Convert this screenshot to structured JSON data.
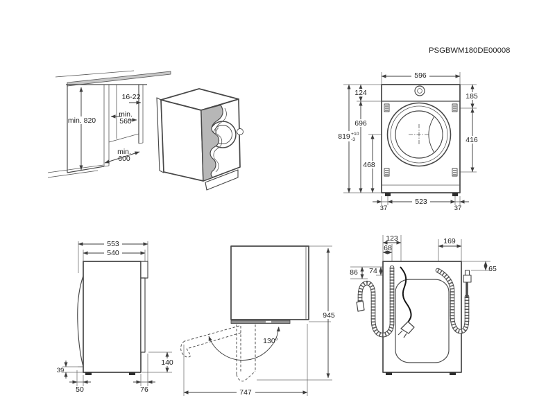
{
  "header": {
    "part_number": "PSGBWM180DE00008"
  },
  "views": {
    "niche": {
      "min_height": "min. 820",
      "panel_gap": "16-22",
      "min_depth_l1": "min.",
      "min_depth_l2": "560",
      "min_width_l1": "min.",
      "min_width_l2": "600"
    },
    "front": {
      "width": "596",
      "top_section": "124",
      "body_height": "696",
      "total_height": "819",
      "tol_plus": "+10",
      "tol_minus": "-3",
      "hinge_top": "185",
      "hinge_spacing": "416",
      "drum_center_height": "468",
      "feet_spacing": "523",
      "foot_inset_left": "37",
      "foot_inset_right": "37"
    },
    "side": {
      "depth_total": "553",
      "depth_body": "540",
      "plinth_height": "39",
      "front_inset": "50",
      "rear_recess_depth": "76",
      "rear_recess_height": "140"
    },
    "door": {
      "open_angle": "130°",
      "depth_door_open": "945",
      "clearance_width": "747"
    },
    "rear": {
      "drain_outlet_x": "123",
      "drain_hose_x": "68",
      "left_outer_y": "86",
      "left_inner_y": "74",
      "inlet_x": "169",
      "right_y": "65"
    }
  }
}
